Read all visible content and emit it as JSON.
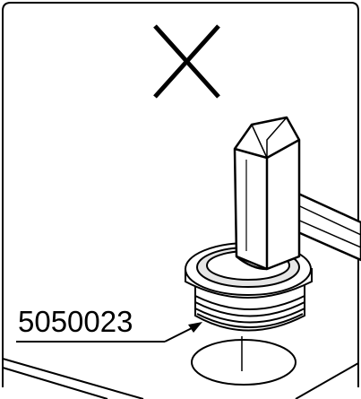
{
  "illustration": {
    "part_number": "5050023",
    "prohibited_mark": "cross-mark",
    "tool": "hammer",
    "component": "threaded-plug",
    "colors": {
      "line": "#000000",
      "background": "#ffffff",
      "shading": "#e6e6e6"
    }
  }
}
